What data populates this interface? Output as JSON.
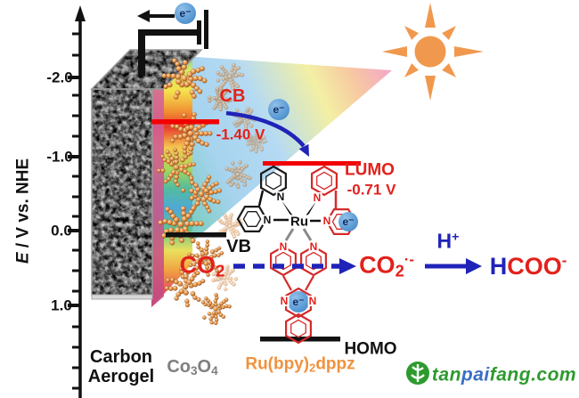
{
  "colors": {
    "red": "#E2211C",
    "line_red": "#F20000",
    "blue": "#2023B8",
    "electron_blue": "#5B9BD5",
    "electron_text": "#152B63",
    "orange": "#F0994E",
    "orange_text": "#F0923F",
    "green": "#2E9A2E",
    "watermark_blue": "#3A6FC4",
    "gray_text": "#7F7F7F",
    "black": "#111111"
  },
  "axis": {
    "label_main": "E",
    "label_rest": " / V vs. NHE",
    "ticks": [
      "-2.0",
      "-1.0",
      "0.0",
      "1.0"
    ]
  },
  "circuit": {
    "electron": "e⁻"
  },
  "levels": {
    "cb": "CB",
    "cb_potential": "-1.40 V",
    "lumo": "LUMO",
    "lumo_potential": "-0.71 V",
    "vb": "VB",
    "homo": "HOMO"
  },
  "photon_electron": "e⁻",
  "reaction": {
    "co2_main": "CO",
    "co2_sub": "2",
    "radical_main": "CO",
    "radical_sub": "2",
    "radical_sup": "·-",
    "proton_main": "H",
    "proton_sup": "+",
    "hcoo_h": "H",
    "hcoo_coo": "COO",
    "hcoo_sup": "-"
  },
  "molecule": {
    "ru": "Ru",
    "n": "N",
    "electron": "e⁻"
  },
  "materials": {
    "carbon_1": "Carbon",
    "carbon_2": "Aerogel",
    "cobalt_main": "Co",
    "cobalt_sub1": "3",
    "cobalt_o": "O",
    "cobalt_sub2": "4",
    "ru_main": "Ru(bpy)",
    "ru_sub": "2",
    "ru_tail": "dppz"
  },
  "watermark": {
    "part1": "tan",
    "part2": "pai",
    "part3": "fang.com"
  }
}
